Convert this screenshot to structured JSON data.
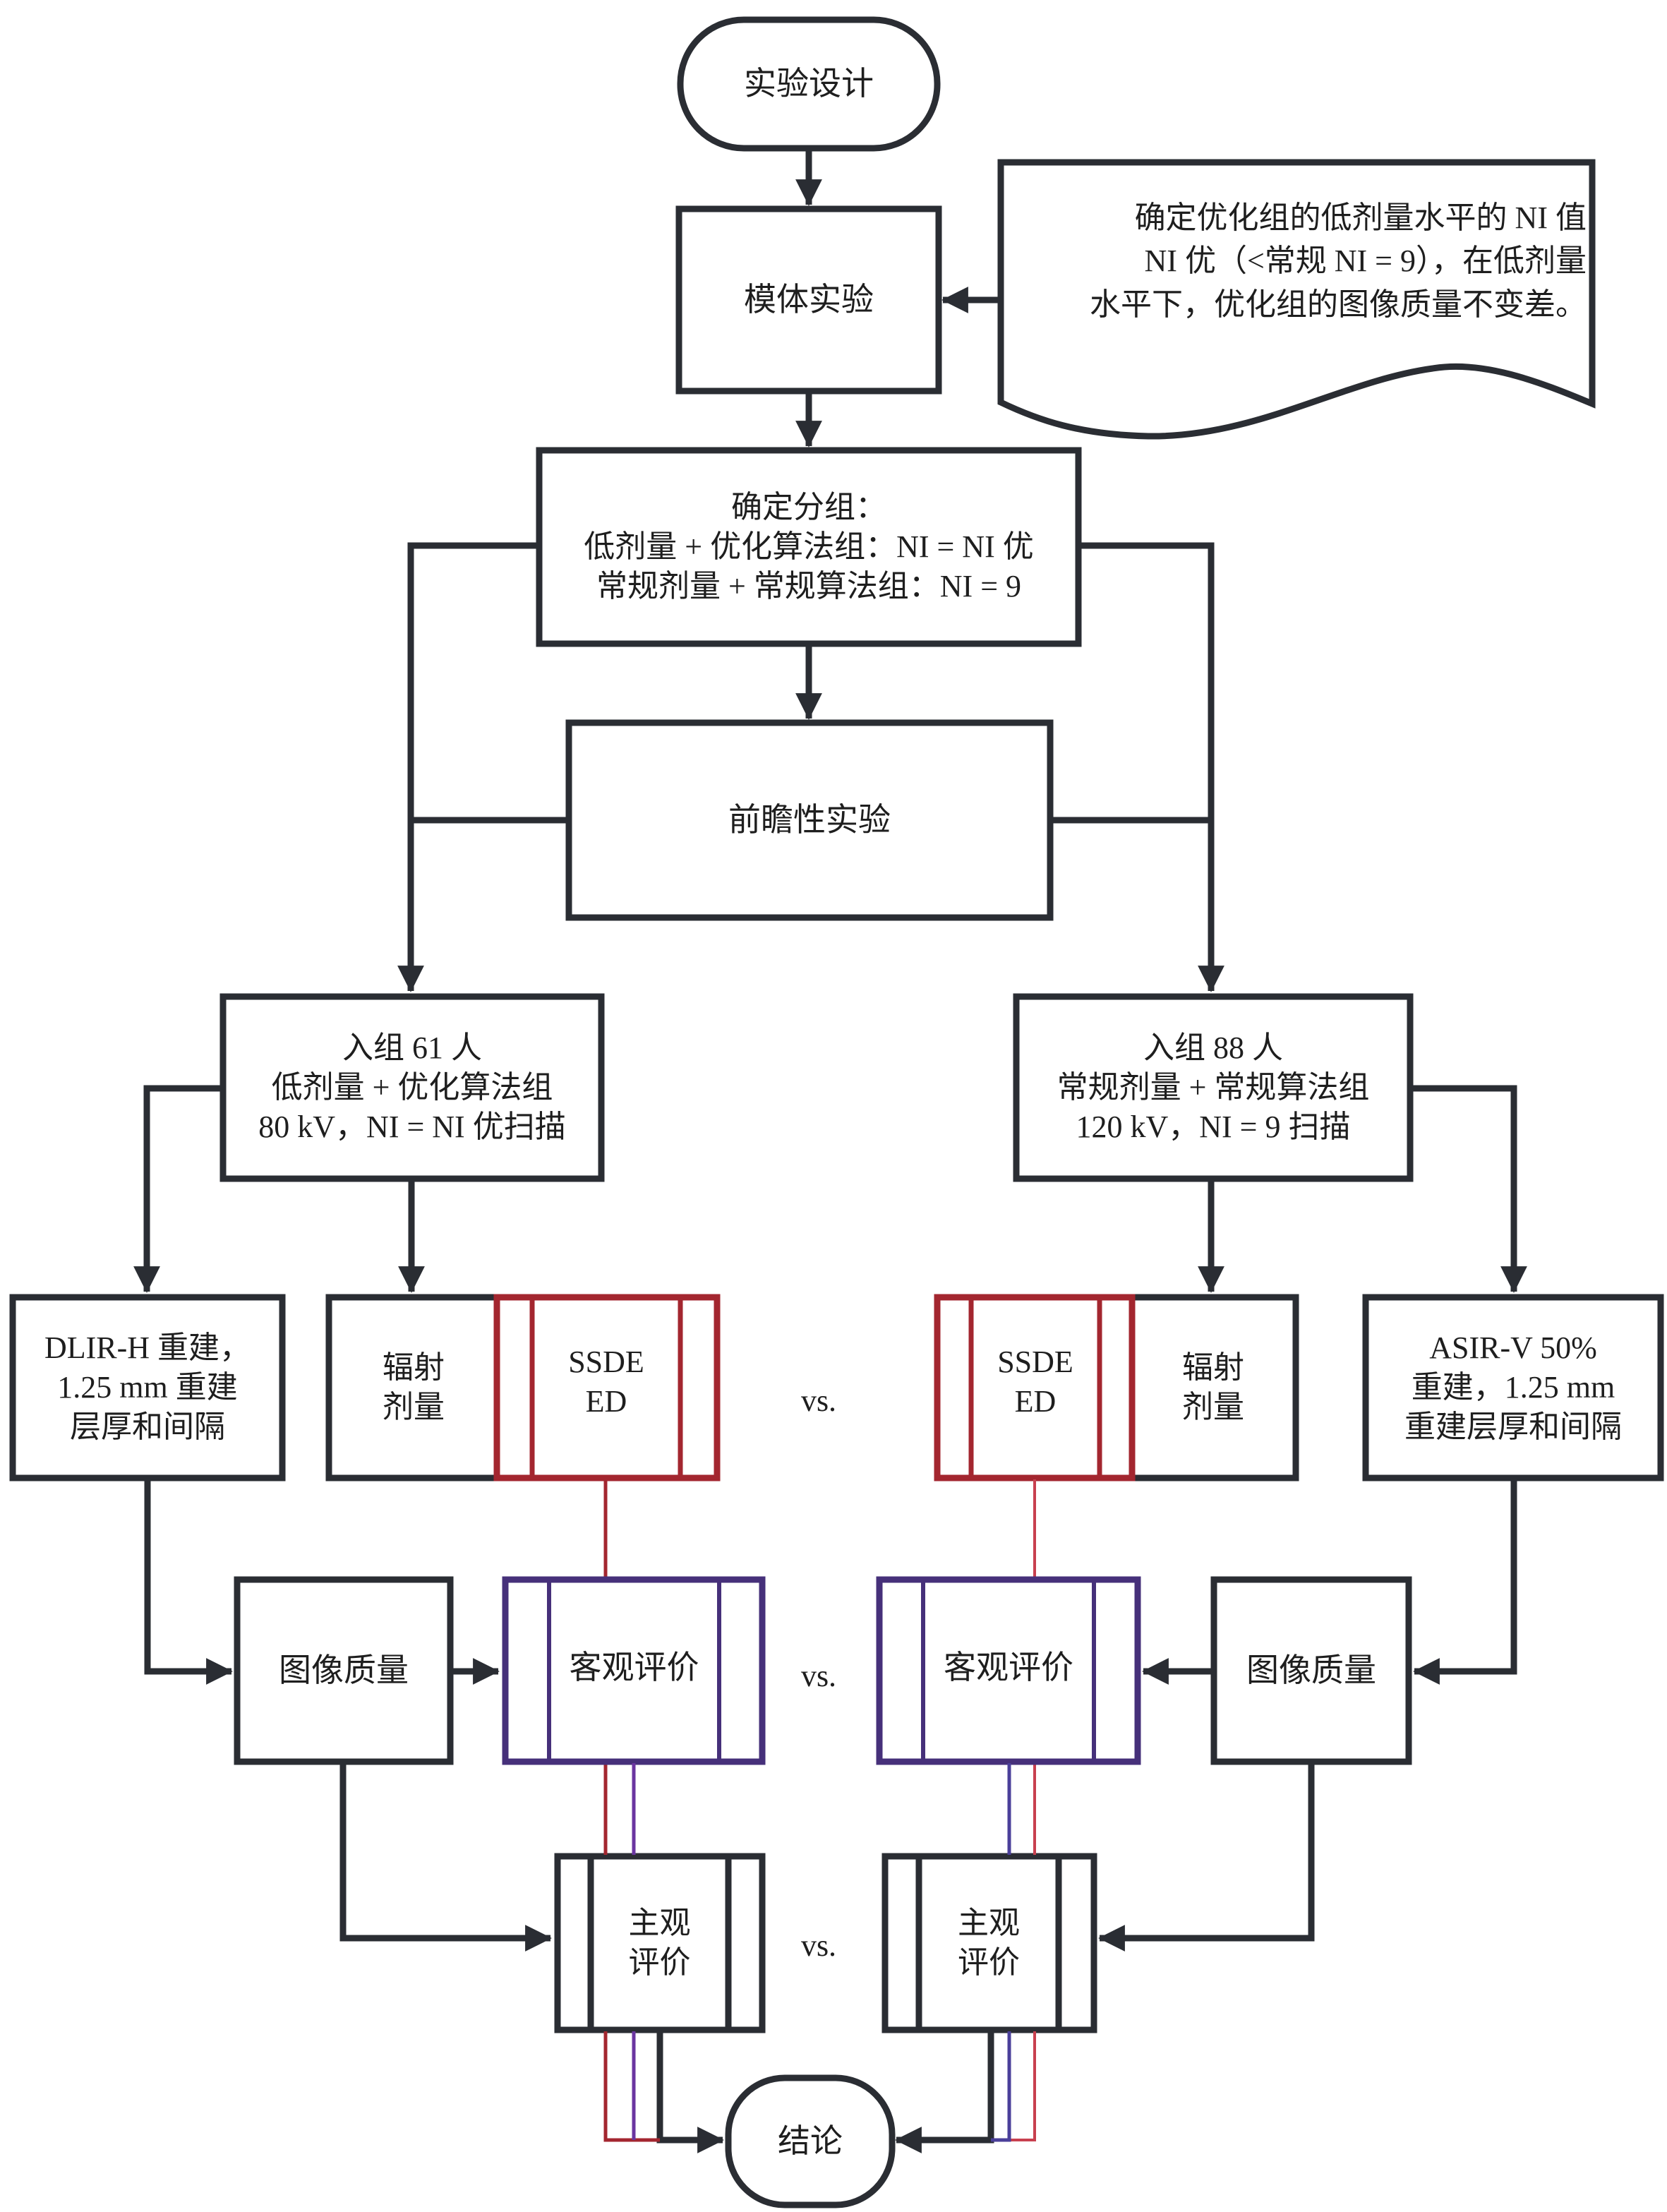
{
  "colors": {
    "stroke": "#2a2d33",
    "dose_red": "#a3262f",
    "objective_purple": "#46307a",
    "right_red": "#c8404f",
    "right_blue": "#4a3f9a",
    "background": "#ffffff"
  },
  "nodes": {
    "start": "实验设计",
    "phantom": "模体实验",
    "note": "确定优化组的低剂量水平的 NI 值\nNI 优（<常规 NI = 9），在低剂量\n水平下，优化组的图像质量不变差。",
    "grouping": "确定分组：\n低剂量 + 优化算法组：NI = NI 优\n常规剂量 + 常规算法组：NI = 9",
    "prospective": "前瞻性实验",
    "left_group": "入组 61 人\n低剂量 + 优化算法组\n80 kV，NI = NI 优扫描",
    "right_group": "入组 88 人\n常规剂量 + 常规算法组\n120 kV，NI = 9 扫描",
    "left_recon": "DLIR-H 重建，\n1.25 mm 重建\n层厚和间隔",
    "right_recon": "ASIR-V 50%\n重建，1.25 mm\n重建层厚和间隔",
    "left_dose": "辐射\n剂量",
    "right_dose": "辐射\n剂量",
    "left_ssde": "SSDE\nED",
    "right_ssde": "SSDE\nED",
    "left_iq": "图像质量",
    "right_iq": "图像质量",
    "left_objective": "客观评价",
    "right_objective": "客观评价",
    "left_subjective": "主观\n评价",
    "right_subjective": "主观\n评价",
    "conclusion": "结论"
  },
  "comparisons": {
    "dose_vs": "vs.",
    "objective_vs": "vs.",
    "subjective_vs": "vs."
  }
}
